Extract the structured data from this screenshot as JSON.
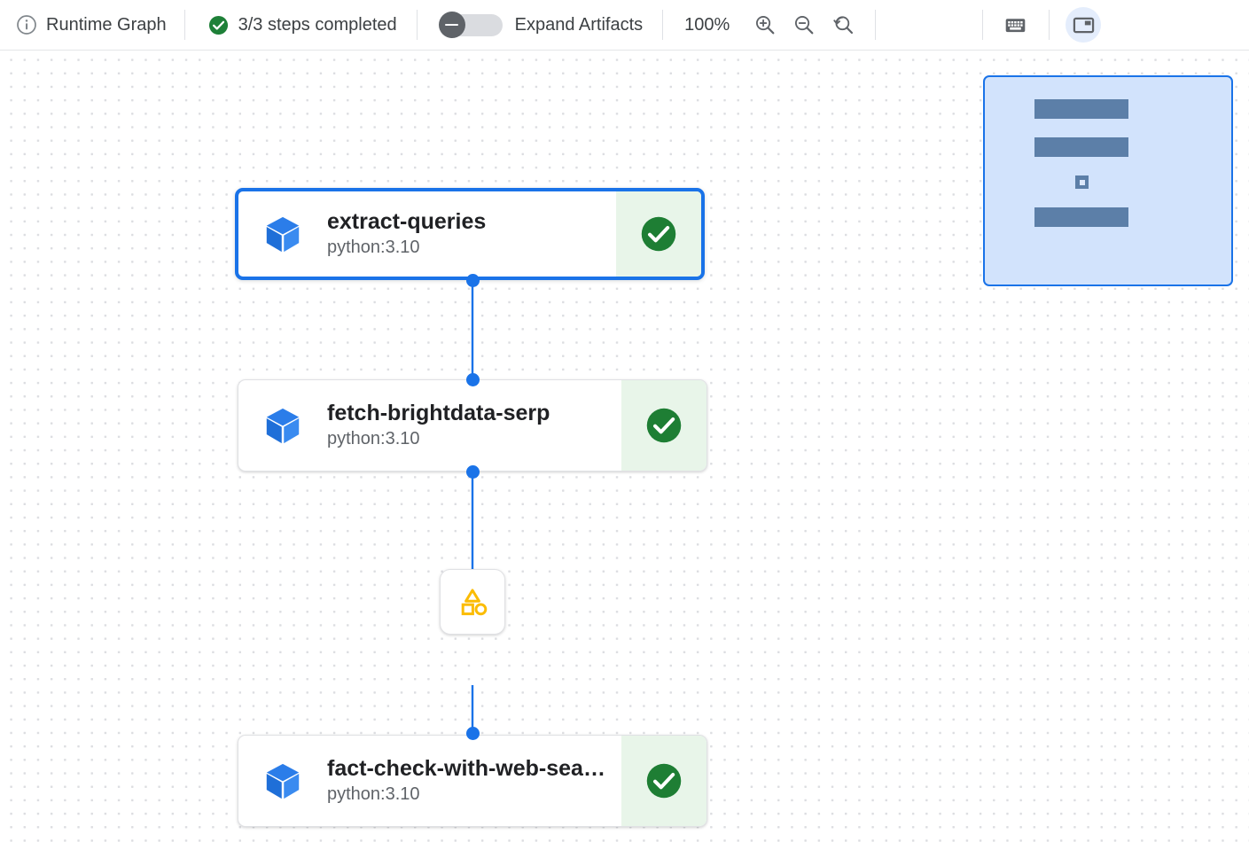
{
  "toolbar": {
    "info_icon": "info-icon",
    "title": "Runtime Graph",
    "steps_icon": "check-circle-icon",
    "steps_status": "3/3 steps completed",
    "toggle": {
      "icon": "toggle-off-icon",
      "label": "Expand Artifacts",
      "state": "off"
    },
    "zoom_level": "100%",
    "zoom_in_icon": "zoom-in-icon",
    "zoom_out_icon": "zoom-out-icon",
    "zoom_reset_icon": "zoom-reset-icon",
    "keyboard_icon": "keyboard-icon",
    "panel_toggle_icon": "minimap-panel-icon",
    "panel_toggle_active": true
  },
  "colors": {
    "accent_blue": "#1a73e8",
    "status_green": "#1e7e34",
    "status_green_bg": "#e8f5e9",
    "artifact_orange": "#fbbc04",
    "cube_blue": "#2979d8",
    "minimap_bg": "#d2e3fc",
    "minimap_node": "#5c7fa8",
    "text_primary": "#202124",
    "text_secondary": "#5f6368",
    "canvas_dot": "#dcdde1"
  },
  "graph": {
    "nodes": [
      {
        "id": "extract-queries",
        "icon": "cube-icon",
        "title": "extract-queries",
        "subtitle": "python:3.10",
        "status": "completed",
        "status_icon": "check-circle-icon",
        "selected": true
      },
      {
        "id": "fetch-brightdata-serp",
        "icon": "cube-icon",
        "title": "fetch-brightdata-serp",
        "subtitle": "python:3.10",
        "status": "completed",
        "status_icon": "check-circle-icon",
        "selected": false
      },
      {
        "id": "fact-check-with-web-search",
        "icon": "cube-icon",
        "title": "fact-check-with-web-sea…",
        "subtitle": "python:3.10",
        "status": "completed",
        "status_icon": "check-circle-icon",
        "selected": false
      }
    ],
    "artifact": {
      "id": "artifact-node",
      "icon": "shapes-icon"
    }
  },
  "minimap": {
    "label": "graph-minimap",
    "items": [
      "node-bar",
      "node-bar",
      "artifact-square",
      "node-bar"
    ]
  }
}
